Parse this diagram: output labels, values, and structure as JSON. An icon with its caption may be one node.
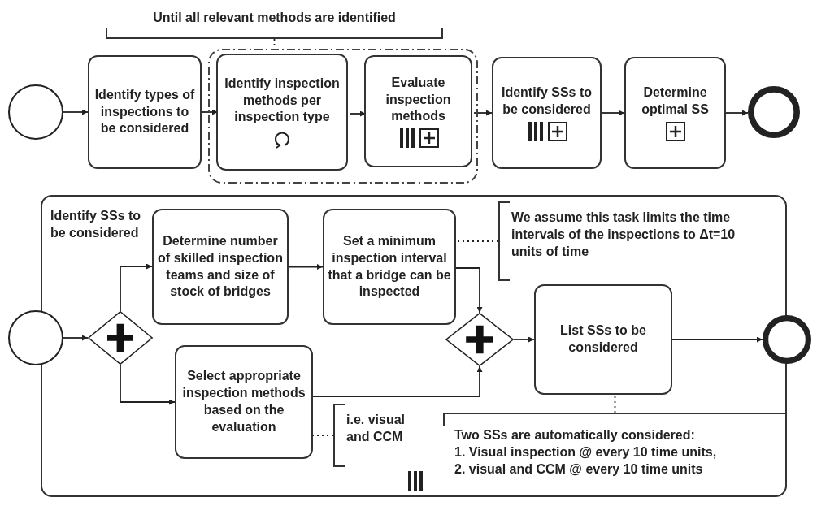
{
  "diagram": {
    "nodes": [
      {
        "text": [
          "Until all relevant methods are identified"
        ]
      },
      {
        "text": [],
        "shape": "circle"
      },
      {
        "text": [
          "Identify types of inspections to be considered"
        ]
      },
      {
        "text": [],
        "shape": "box"
      },
      {
        "text": [
          "Identify inspection methods per inspection type"
        ],
        "in": 3
      },
      {
        "text": [
          "Evaluate inspection methods"
        ],
        "in": 3
      },
      {
        "text": [
          "Identify SSs to be considered"
        ]
      },
      {
        "text": [
          "Determine optimal SS"
        ]
      },
      {
        "text": [],
        "shape": "circle"
      },
      {
        "text": [
          "Identify SSs to be considered"
        ]
      },
      {
        "text": [],
        "shape": "circle"
      },
      {
        "text": [],
        "shape": "diamond",
        "in": 9
      },
      {
        "text": [
          "Determine number of skilled inspection teams and size of stock of bridges"
        ],
        "in": 9
      },
      {
        "text": [
          "Set a minimum inspection interval that a bridge can be inspected"
        ],
        "in": 9
      },
      {
        "text": [
          "We assume this task limits the time intervals of the inspections to Δt=10 units of time"
        ],
        "in": 9
      },
      {
        "text": [
          "Select appropriate inspection methods based on the evaluation"
        ],
        "in": 9
      },
      {
        "text": [
          "i.e. visual and CCM"
        ],
        "in": 9
      },
      {
        "text": [],
        "shape": "diamond",
        "in": 9
      },
      {
        "text": [
          "List SSs to be considered"
        ],
        "in": 9
      },
      {
        "text": [
          "Two SSs are automatically considered:",
          "1. Visual inspection @ every 10 time units,",
          "2. visual and CCM @ every 10 time units"
        ],
        "in": 9
      },
      {
        "text": [],
        "shape": "circle"
      }
    ],
    "edges": [
      {
        "from": 0,
        "to": 3,
        "arrow": "none",
        "style": "dashed"
      },
      {
        "from": 1,
        "to": 2,
        "arrow": "to"
      },
      {
        "from": 2,
        "to": 4,
        "arrow": "to"
      },
      {
        "from": 4,
        "to": 5,
        "arrow": "to"
      },
      {
        "from": 5,
        "to": 6,
        "arrow": "to"
      },
      {
        "from": 6,
        "to": 7,
        "arrow": "to"
      },
      {
        "from": 7,
        "to": 8,
        "arrow": "to"
      },
      {
        "from": 10,
        "to": 11,
        "arrow": "to"
      },
      {
        "from": 11,
        "to": 12,
        "arrow": "to"
      },
      {
        "from": 11,
        "to": 15,
        "arrow": "to"
      },
      {
        "from": 12,
        "to": 13,
        "arrow": "to"
      },
      {
        "from": 13,
        "to": 17,
        "arrow": "to"
      },
      {
        "from": 14,
        "to": 13,
        "arrow": "none",
        "style": "dashed"
      },
      {
        "from": 15,
        "to": 17,
        "arrow": "to"
      },
      {
        "from": 16,
        "to": 15,
        "arrow": "none",
        "style": "dashed"
      },
      {
        "from": 17,
        "to": 18,
        "arrow": "to"
      },
      {
        "from": 18,
        "to": 20,
        "arrow": "to"
      },
      {
        "from": 19,
        "to": 18,
        "arrow": "none",
        "style": "dashed"
      }
    ]
  }
}
